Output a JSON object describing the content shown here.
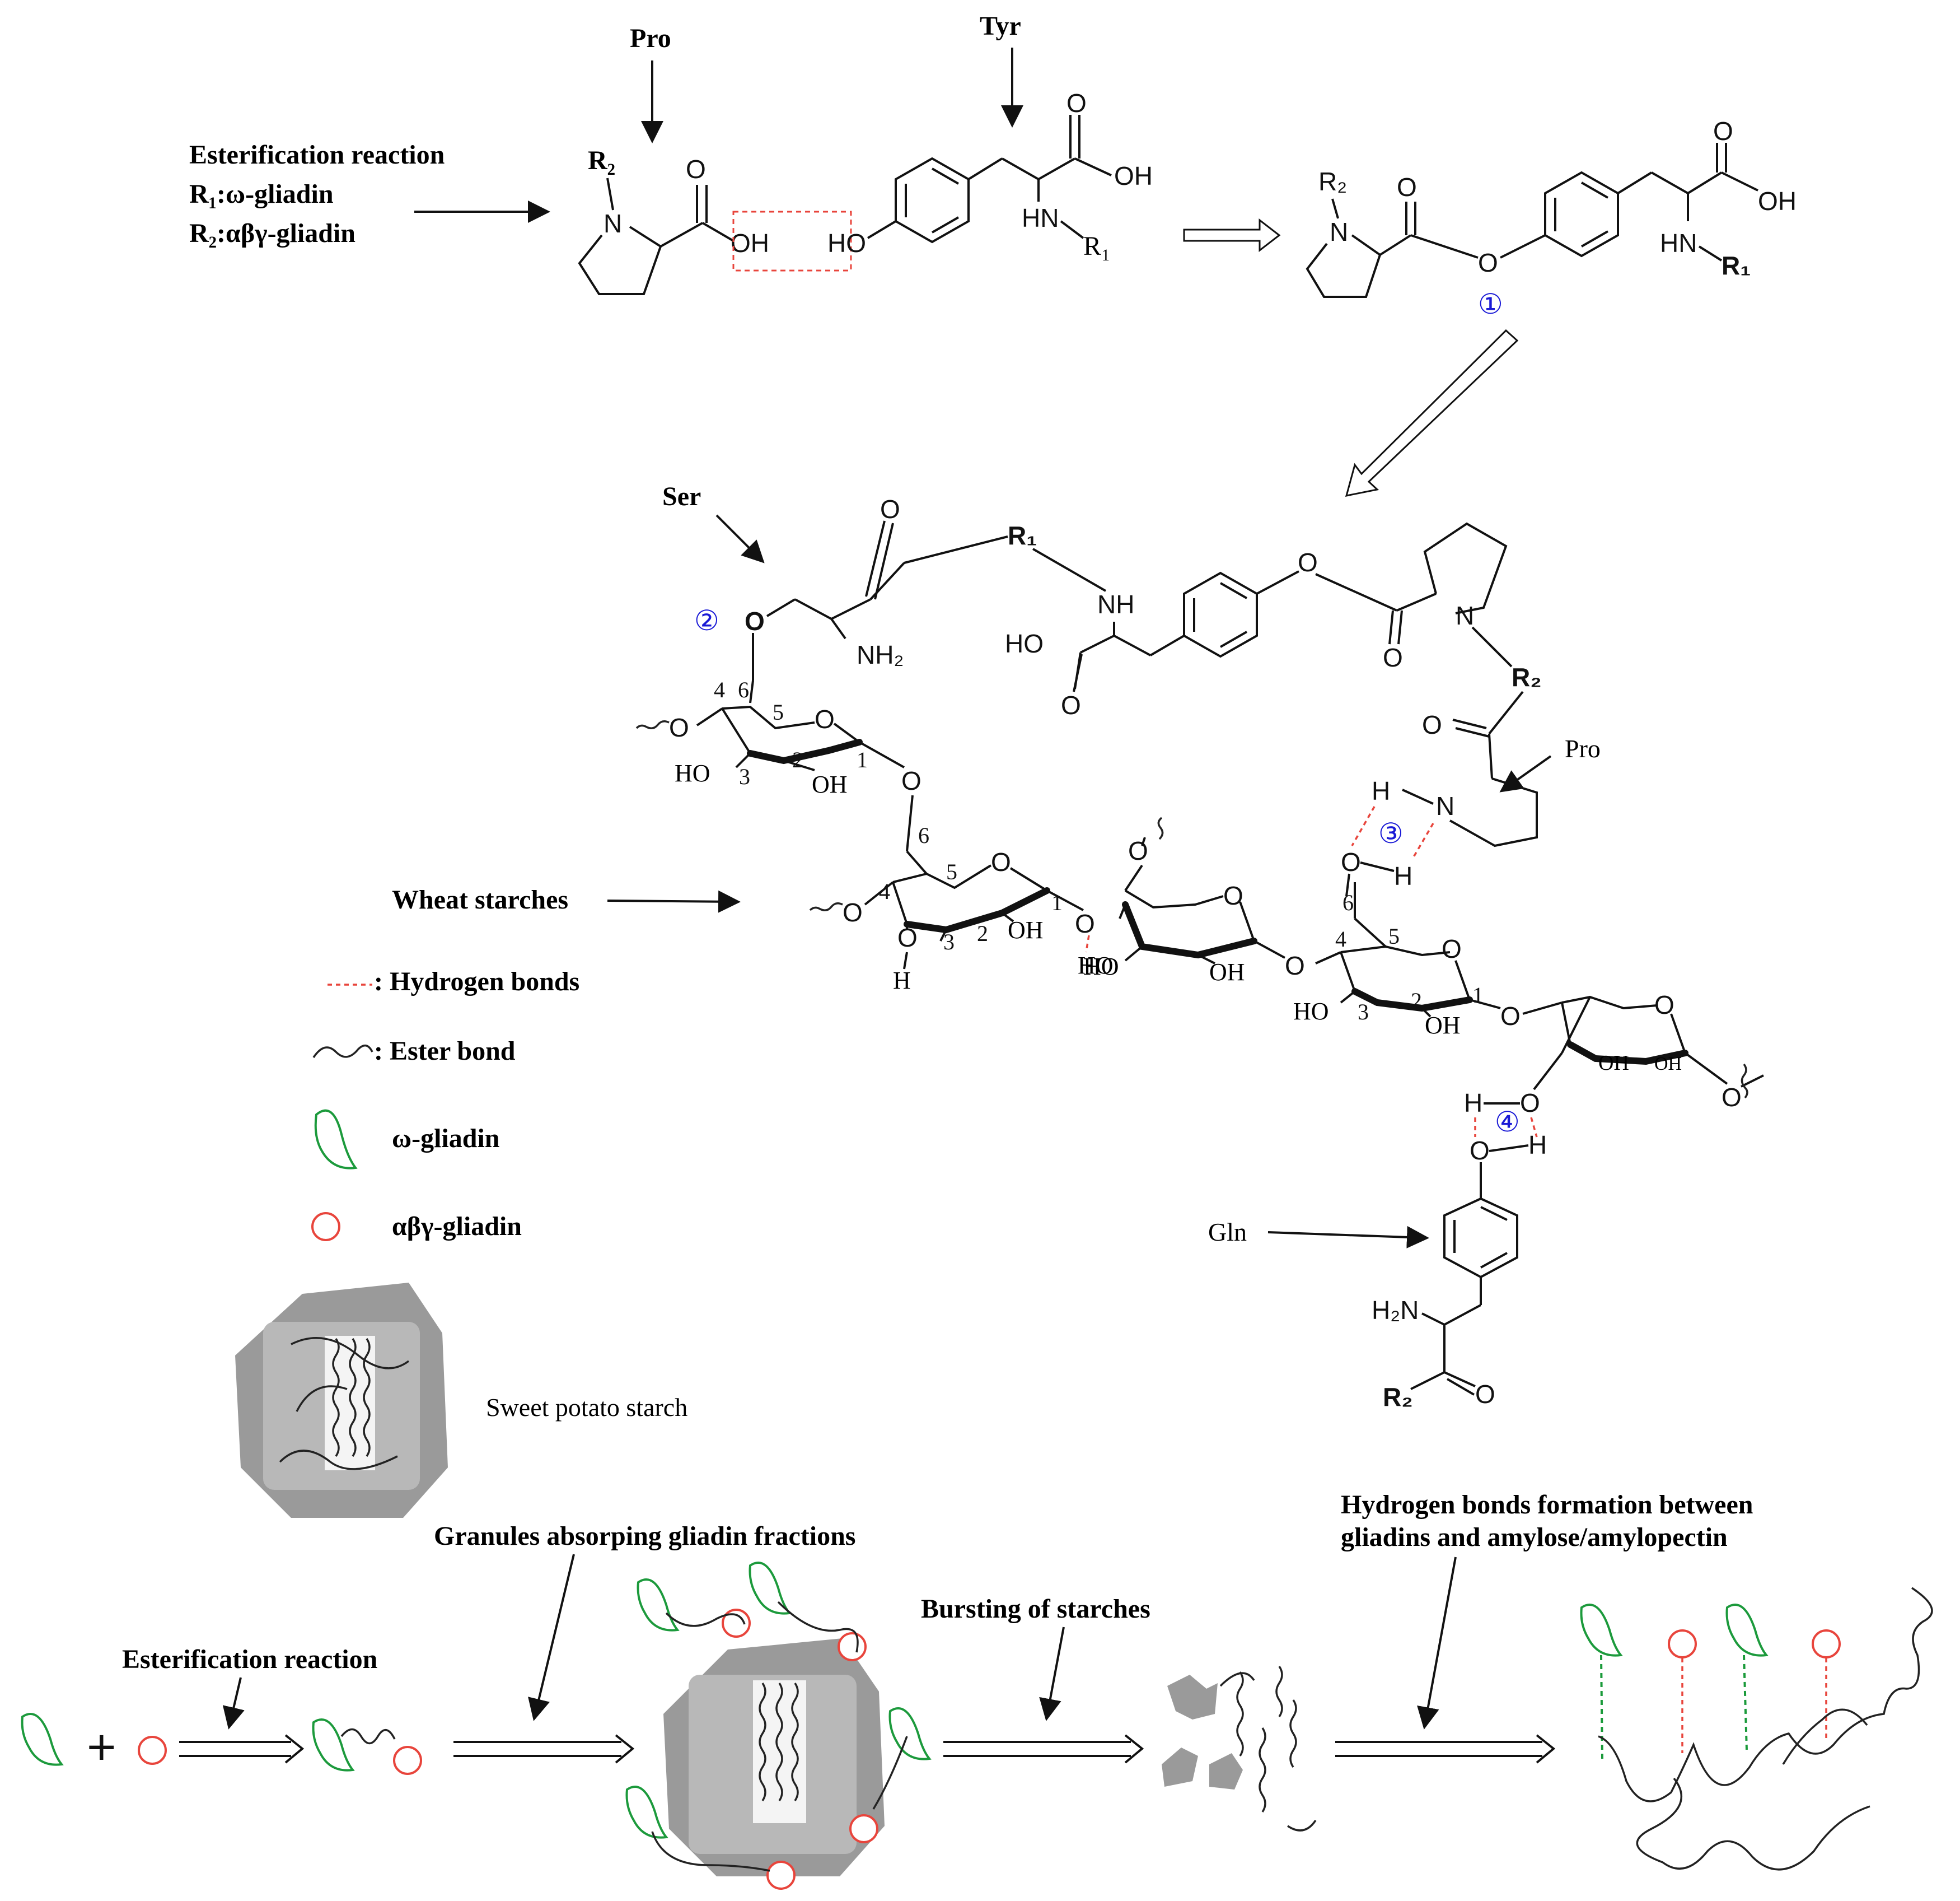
{
  "reaction_header": {
    "title": "Esterification reaction",
    "r1_def": "R₁:ω-gliadin",
    "r2_def": "R₂:αβγ-gliadin"
  },
  "amino_acid_labels": {
    "pro_top": "Pro",
    "tyr_top": "Tyr",
    "ser": "Ser",
    "pro_right": "Pro",
    "gln": "Gln"
  },
  "site_markers": [
    "①",
    "②",
    "③",
    "④"
  ],
  "atoms": {
    "R1": "R₁",
    "R2": "R₂",
    "N": "N",
    "O": "O",
    "OH": "OH",
    "HO": "HO",
    "H": "H",
    "NH": "NH",
    "HN": "HN",
    "NH2": "NH₂",
    "H2N": "H₂N"
  },
  "ring_numbers": [
    "1",
    "2",
    "3",
    "4",
    "5",
    "6"
  ],
  "legend": {
    "wheat_starches": "Wheat starches",
    "hydrogen_bonds": ": Hydrogen bonds",
    "ester_bond": ":  Ester bond",
    "omega_gliadin": "ω-gliadin",
    "abg_gliadin": "αβγ-gliadin",
    "sweet_potato_starch": "Sweet potato starch"
  },
  "process": {
    "esterification": "Esterification reaction",
    "granules": "Granules absorping gliadin fractions",
    "bursting": "Bursting of starches",
    "hbonds_line1": "Hydrogen bonds formation between",
    "hbonds_line2": "gliadins and amylose/amylopectin",
    "plus": "+"
  },
  "colors": {
    "omega_gliadin": "#1c9a3c",
    "abg_gliadin": "#e8453c",
    "site_marker": "#1a1ad6",
    "hydrogen_bond": "#e8453c"
  }
}
